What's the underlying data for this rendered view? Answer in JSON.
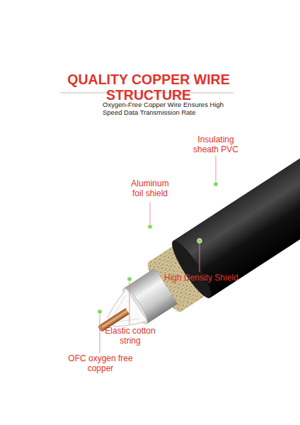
{
  "diagram": {
    "title": "QUALITY COPPER WIRE STRUCTURE",
    "labels": [
      "Oxygen-Free Copper Wire Ensures High Speed Data Transmission Rate",
      "Insulating sheath PVC",
      "Aluminum foil shield",
      "High Density Shield",
      "Elastic cotton string",
      "OFC oxygen free copper"
    ]
  }
}
